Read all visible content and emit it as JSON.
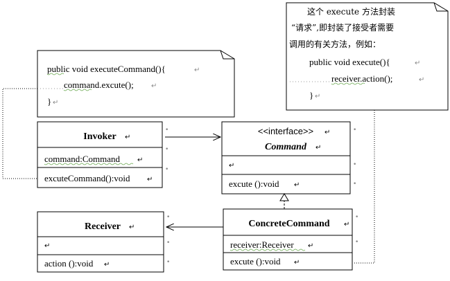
{
  "invoker": {
    "name": "Invoker",
    "attribute": "command:Command",
    "operation": "excuteCommand():void"
  },
  "command": {
    "stereotype": "<<interface>>",
    "name": "Command",
    "attribute": "",
    "operation": "excute ():void"
  },
  "concrete_command": {
    "name": "ConcreteCommand",
    "attribute": "receiver:Receiver",
    "operation": "excute ():void"
  },
  "receiver": {
    "name": "Receiver",
    "attribute": "",
    "operation": "action ():void"
  },
  "note_invoker": {
    "lines": [
      "public void executeCommand(){",
      "command.excute();",
      "}"
    ]
  },
  "note_command": {
    "lines": [
      "这个 execute 方法封装",
      "“请求”,即封装了接受者需要",
      "调用的有关方法，例如：",
      "public void execute(){",
      "receiver.action();",
      "}"
    ]
  },
  "marks": {
    "paragraph": "↵"
  }
}
